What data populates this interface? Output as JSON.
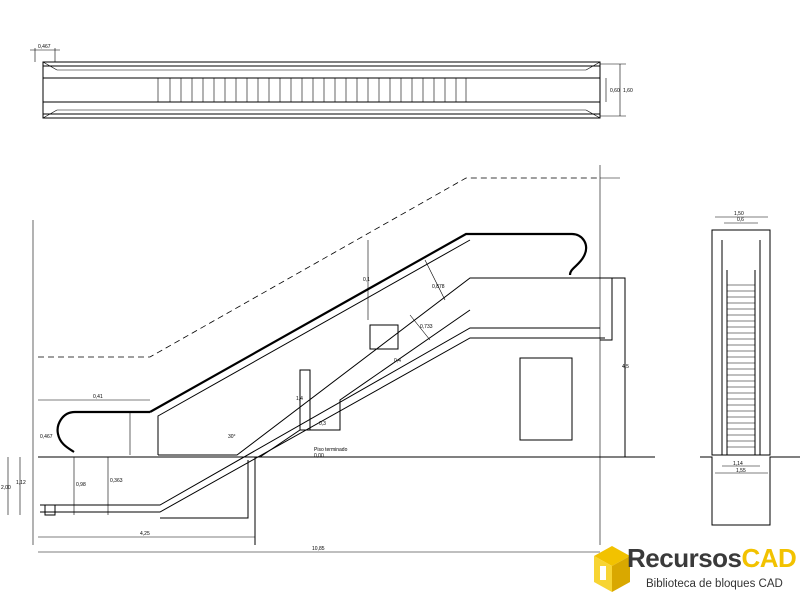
{
  "plan_view": {
    "dim_width_top": "0,467",
    "dim_right_inner": "0,60",
    "dim_right_outer": "1,60"
  },
  "elevation": {
    "dim_top_landing": "0,1",
    "dim_handrail_1": "0,878",
    "dim_handrail_2": "0,733",
    "dim_step": "0,4",
    "dim_lower_landing": "0,41",
    "dim_lower_radius": "0,467",
    "dim_angle": "30°",
    "dim_rise_small": "1,4",
    "dim_small": "0,3",
    "dim_left_1": "2,00",
    "dim_left_2": "1,12",
    "dim_left_3": "0,98",
    "dim_left_4": "0,363",
    "dim_bottom_1": "4,25",
    "dim_bottom_total": "10,85",
    "dim_right_height": "4,5",
    "floor_label_1": "Piso terminado",
    "floor_label_2": "0,00"
  },
  "section_view": {
    "dim_top_outer": "1,50",
    "dim_top_inner": "0,6",
    "dim_bottom_inner": "1,14",
    "dim_bottom_outer": "1,55"
  },
  "logo": {
    "brand_part1": "Recursos",
    "brand_part2": "CAD",
    "tagline": "Biblioteca de bloques CAD",
    "colors": {
      "dark": "#3a3a3a",
      "yellow": "#f2c200"
    }
  }
}
